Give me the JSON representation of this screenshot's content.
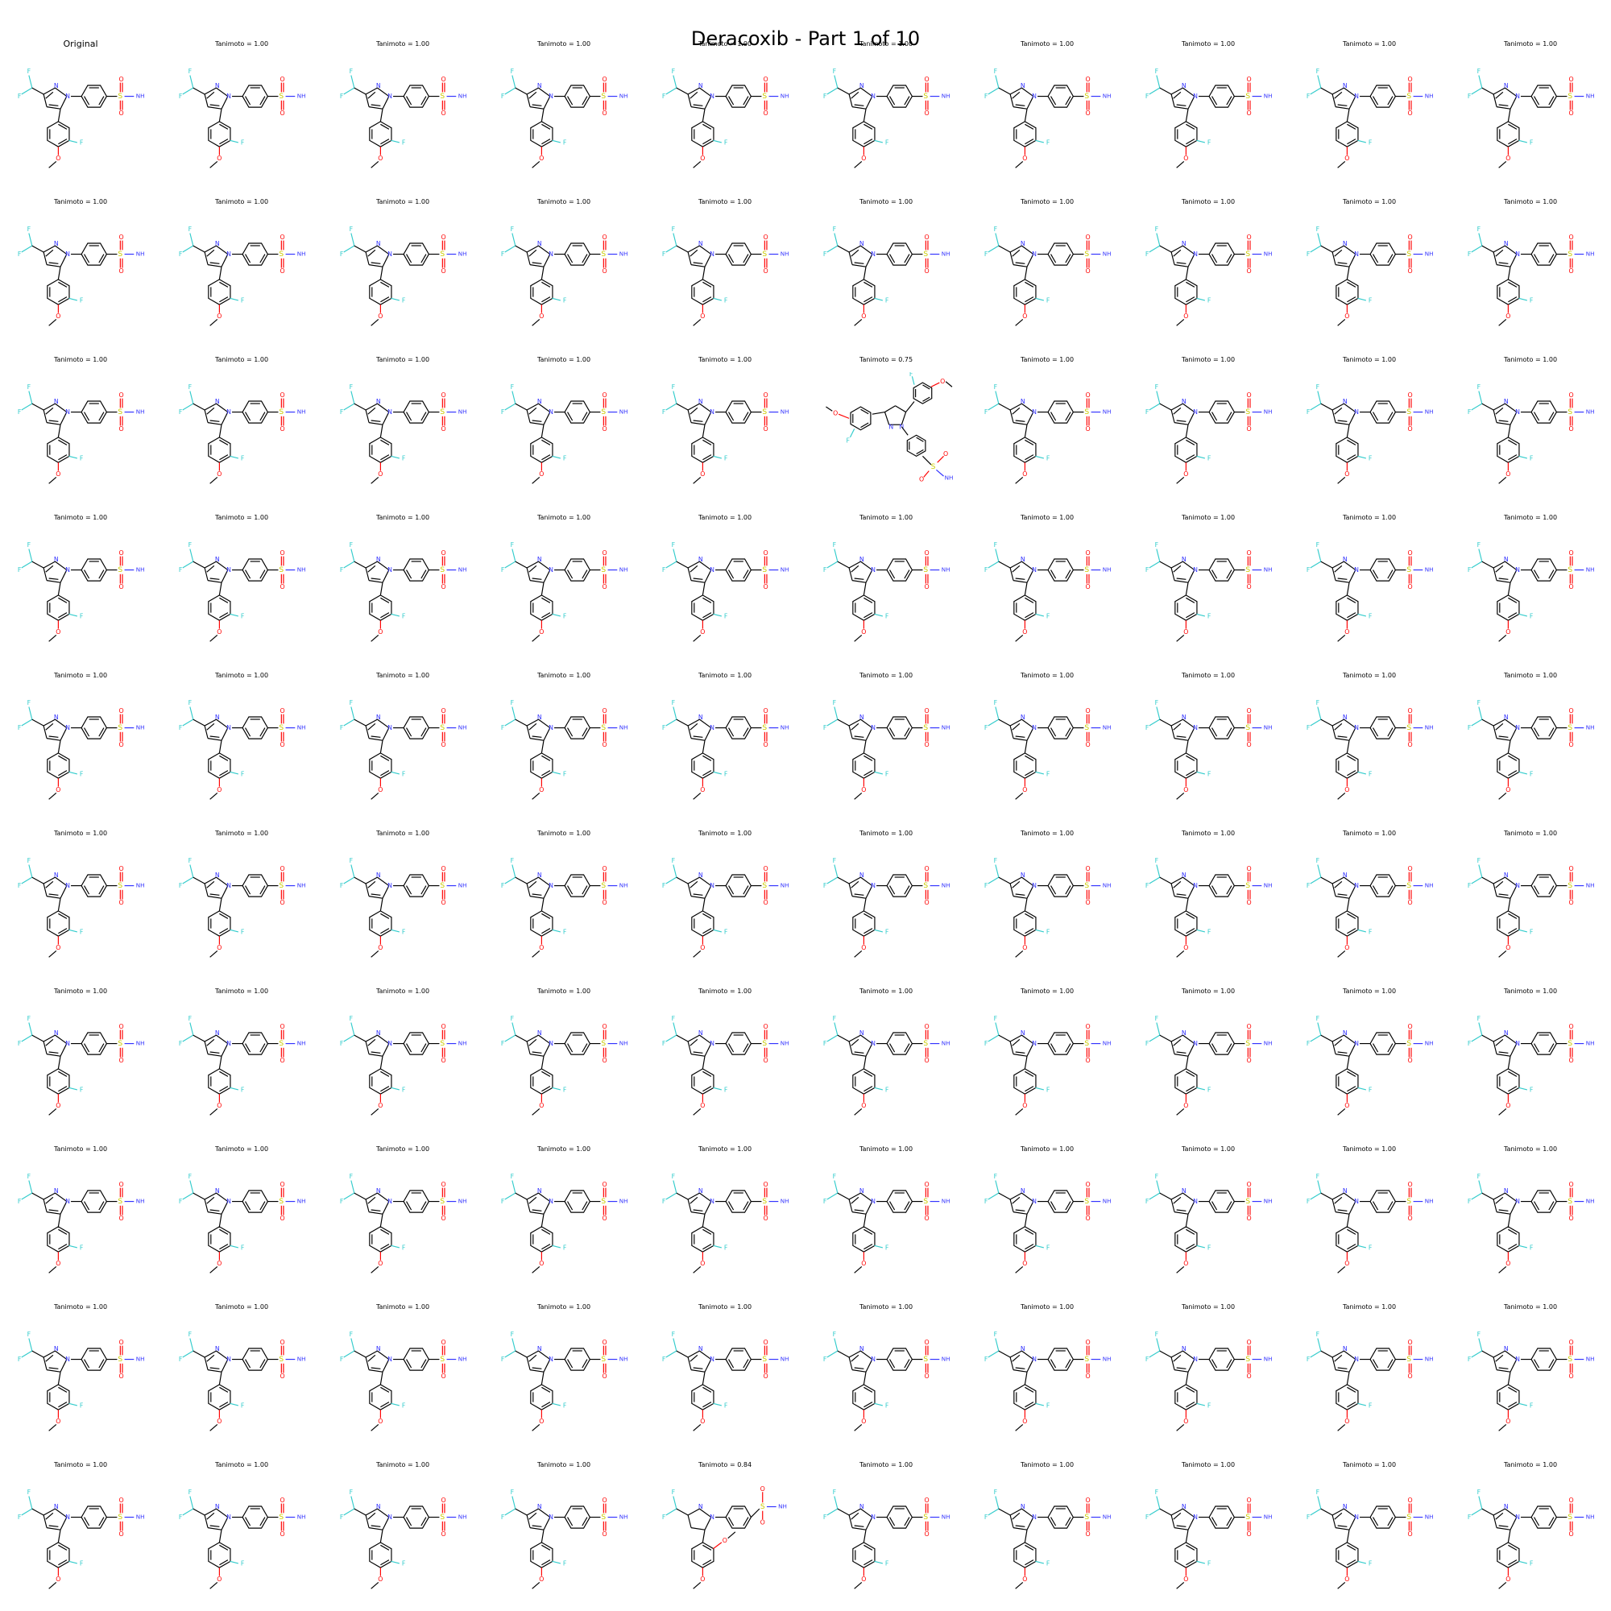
{
  "title": "Deracoxib - Part 1 of 10",
  "atom_labels": {
    "fluorine": "F",
    "nitrogen": "N",
    "oxygen": "O",
    "sulfur": "S",
    "amine": "NH"
  },
  "cells": [
    {
      "label": "Original",
      "variant": "standard"
    },
    {
      "label": "Tanimoto = 1.00",
      "variant": "standard"
    },
    {
      "label": "Tanimoto = 1.00",
      "variant": "standard"
    },
    {
      "label": "Tanimoto = 1.00",
      "variant": "standard"
    },
    {
      "label": "Tanimoto = 1.00",
      "variant": "standard"
    },
    {
      "label": "Tanimoto = 1.00",
      "variant": "standard"
    },
    {
      "label": "Tanimoto = 1.00",
      "variant": "standard"
    },
    {
      "label": "Tanimoto = 1.00",
      "variant": "standard"
    },
    {
      "label": "Tanimoto = 1.00",
      "variant": "standard"
    },
    {
      "label": "Tanimoto = 1.00",
      "variant": "standard"
    },
    {
      "label": "Tanimoto = 1.00",
      "variant": "standard"
    },
    {
      "label": "Tanimoto = 1.00",
      "variant": "standard"
    },
    {
      "label": "Tanimoto = 1.00",
      "variant": "standard"
    },
    {
      "label": "Tanimoto = 1.00",
      "variant": "standard"
    },
    {
      "label": "Tanimoto = 1.00",
      "variant": "standard"
    },
    {
      "label": "Tanimoto = 1.00",
      "variant": "standard"
    },
    {
      "label": "Tanimoto = 1.00",
      "variant": "standard"
    },
    {
      "label": "Tanimoto = 1.00",
      "variant": "standard"
    },
    {
      "label": "Tanimoto = 1.00",
      "variant": "standard"
    },
    {
      "label": "Tanimoto = 1.00",
      "variant": "standard"
    },
    {
      "label": "Tanimoto = 1.00",
      "variant": "standard"
    },
    {
      "label": "Tanimoto = 1.00",
      "variant": "standard"
    },
    {
      "label": "Tanimoto = 1.00",
      "variant": "standard"
    },
    {
      "label": "Tanimoto = 1.00",
      "variant": "standard"
    },
    {
      "label": "Tanimoto = 1.00",
      "variant": "standard"
    },
    {
      "label": "Tanimoto = 0.75",
      "variant": "isomer-a"
    },
    {
      "label": "Tanimoto = 1.00",
      "variant": "standard"
    },
    {
      "label": "Tanimoto = 1.00",
      "variant": "standard"
    },
    {
      "label": "Tanimoto = 1.00",
      "variant": "standard"
    },
    {
      "label": "Tanimoto = 1.00",
      "variant": "standard"
    },
    {
      "label": "Tanimoto = 1.00",
      "variant": "standard"
    },
    {
      "label": "Tanimoto = 1.00",
      "variant": "standard"
    },
    {
      "label": "Tanimoto = 1.00",
      "variant": "standard"
    },
    {
      "label": "Tanimoto = 1.00",
      "variant": "standard"
    },
    {
      "label": "Tanimoto = 1.00",
      "variant": "standard"
    },
    {
      "label": "Tanimoto = 1.00",
      "variant": "standard"
    },
    {
      "label": "Tanimoto = 1.00",
      "variant": "standard"
    },
    {
      "label": "Tanimoto = 1.00",
      "variant": "standard"
    },
    {
      "label": "Tanimoto = 1.00",
      "variant": "standard"
    },
    {
      "label": "Tanimoto = 1.00",
      "variant": "standard"
    },
    {
      "label": "Tanimoto = 1.00",
      "variant": "standard"
    },
    {
      "label": "Tanimoto = 1.00",
      "variant": "standard"
    },
    {
      "label": "Tanimoto = 1.00",
      "variant": "standard"
    },
    {
      "label": "Tanimoto = 1.00",
      "variant": "standard"
    },
    {
      "label": "Tanimoto = 1.00",
      "variant": "standard"
    },
    {
      "label": "Tanimoto = 1.00",
      "variant": "standard"
    },
    {
      "label": "Tanimoto = 1.00",
      "variant": "standard"
    },
    {
      "label": "Tanimoto = 1.00",
      "variant": "standard"
    },
    {
      "label": "Tanimoto = 1.00",
      "variant": "standard"
    },
    {
      "label": "Tanimoto = 1.00",
      "variant": "standard"
    },
    {
      "label": "Tanimoto = 1.00",
      "variant": "standard"
    },
    {
      "label": "Tanimoto = 1.00",
      "variant": "standard"
    },
    {
      "label": "Tanimoto = 1.00",
      "variant": "standard"
    },
    {
      "label": "Tanimoto = 1.00",
      "variant": "standard"
    },
    {
      "label": "Tanimoto = 1.00",
      "variant": "standard"
    },
    {
      "label": "Tanimoto = 1.00",
      "variant": "standard"
    },
    {
      "label": "Tanimoto = 1.00",
      "variant": "standard"
    },
    {
      "label": "Tanimoto = 1.00",
      "variant": "standard"
    },
    {
      "label": "Tanimoto = 1.00",
      "variant": "standard"
    },
    {
      "label": "Tanimoto = 1.00",
      "variant": "standard"
    },
    {
      "label": "Tanimoto = 1.00",
      "variant": "standard"
    },
    {
      "label": "Tanimoto = 1.00",
      "variant": "standard"
    },
    {
      "label": "Tanimoto = 1.00",
      "variant": "standard"
    },
    {
      "label": "Tanimoto = 1.00",
      "variant": "standard"
    },
    {
      "label": "Tanimoto = 1.00",
      "variant": "standard"
    },
    {
      "label": "Tanimoto = 1.00",
      "variant": "standard"
    },
    {
      "label": "Tanimoto = 1.00",
      "variant": "standard"
    },
    {
      "label": "Tanimoto = 1.00",
      "variant": "standard"
    },
    {
      "label": "Tanimoto = 1.00",
      "variant": "standard"
    },
    {
      "label": "Tanimoto = 1.00",
      "variant": "standard"
    },
    {
      "label": "Tanimoto = 1.00",
      "variant": "standard"
    },
    {
      "label": "Tanimoto = 1.00",
      "variant": "standard"
    },
    {
      "label": "Tanimoto = 1.00",
      "variant": "standard"
    },
    {
      "label": "Tanimoto = 1.00",
      "variant": "standard"
    },
    {
      "label": "Tanimoto = 1.00",
      "variant": "standard"
    },
    {
      "label": "Tanimoto = 1.00",
      "variant": "standard"
    },
    {
      "label": "Tanimoto = 1.00",
      "variant": "standard"
    },
    {
      "label": "Tanimoto = 1.00",
      "variant": "standard"
    },
    {
      "label": "Tanimoto = 1.00",
      "variant": "standard"
    },
    {
      "label": "Tanimoto = 1.00",
      "variant": "standard"
    },
    {
      "label": "Tanimoto = 1.00",
      "variant": "standard"
    },
    {
      "label": "Tanimoto = 1.00",
      "variant": "standard"
    },
    {
      "label": "Tanimoto = 1.00",
      "variant": "standard"
    },
    {
      "label": "Tanimoto = 1.00",
      "variant": "standard"
    },
    {
      "label": "Tanimoto = 1.00",
      "variant": "standard"
    },
    {
      "label": "Tanimoto = 1.00",
      "variant": "standard"
    },
    {
      "label": "Tanimoto = 1.00",
      "variant": "standard"
    },
    {
      "label": "Tanimoto = 1.00",
      "variant": "standard"
    },
    {
      "label": "Tanimoto = 1.00",
      "variant": "standard"
    },
    {
      "label": "Tanimoto = 1.00",
      "variant": "standard"
    },
    {
      "label": "Tanimoto = 1.00",
      "variant": "standard"
    },
    {
      "label": "Tanimoto = 1.00",
      "variant": "standard"
    },
    {
      "label": "Tanimoto = 1.00",
      "variant": "standard"
    },
    {
      "label": "Tanimoto = 1.00",
      "variant": "standard"
    },
    {
      "label": "Tanimoto = 0.84",
      "variant": "isomer-b"
    },
    {
      "label": "Tanimoto = 1.00",
      "variant": "standard"
    },
    {
      "label": "Tanimoto = 1.00",
      "variant": "standard"
    },
    {
      "label": "Tanimoto = 1.00",
      "variant": "standard"
    },
    {
      "label": "Tanimoto = 1.00",
      "variant": "standard"
    },
    {
      "label": "Tanimoto = 1.00",
      "variant": "standard"
    }
  ],
  "colors": {
    "bond": "#000000",
    "fluorine": "#33cccc",
    "nitrogen": "#3333ff",
    "oxygen": "#ff0000",
    "sulfur": "#cccc00"
  }
}
